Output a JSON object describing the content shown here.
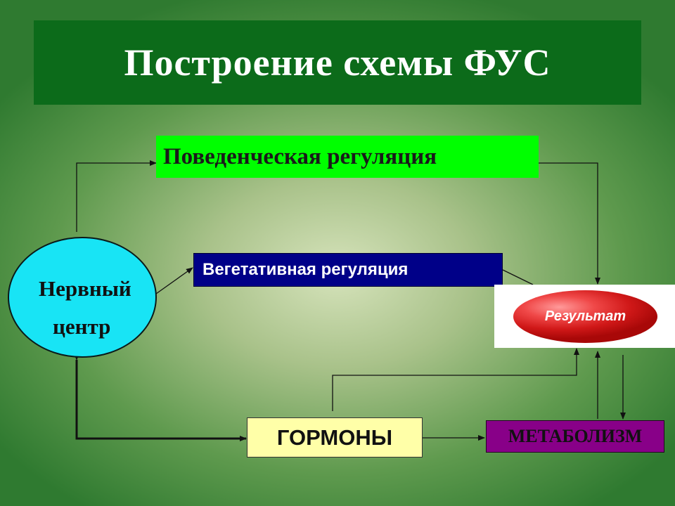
{
  "title": "Построение схемы ФУС",
  "nodes": {
    "behavioral": "Поведенческая регуляция",
    "vegetative": "Вегетативная регуляция",
    "nervous_center_line1": "Нервный",
    "nervous_center_line2": "центр",
    "result": "Результат",
    "hormones": "ГОРМОНЫ",
    "metabolism": "МЕТАБОЛИЗМ"
  },
  "colors": {
    "title_bar": "#0c6b1a",
    "behavioral_box": "#00ff00",
    "vegetative_box": "#000088",
    "nervous_center": "#18e4f5",
    "result_oval": "#e02828",
    "hormones_box": "#ffffa8",
    "metabolism_box": "#880088",
    "arrow": "#111111"
  }
}
